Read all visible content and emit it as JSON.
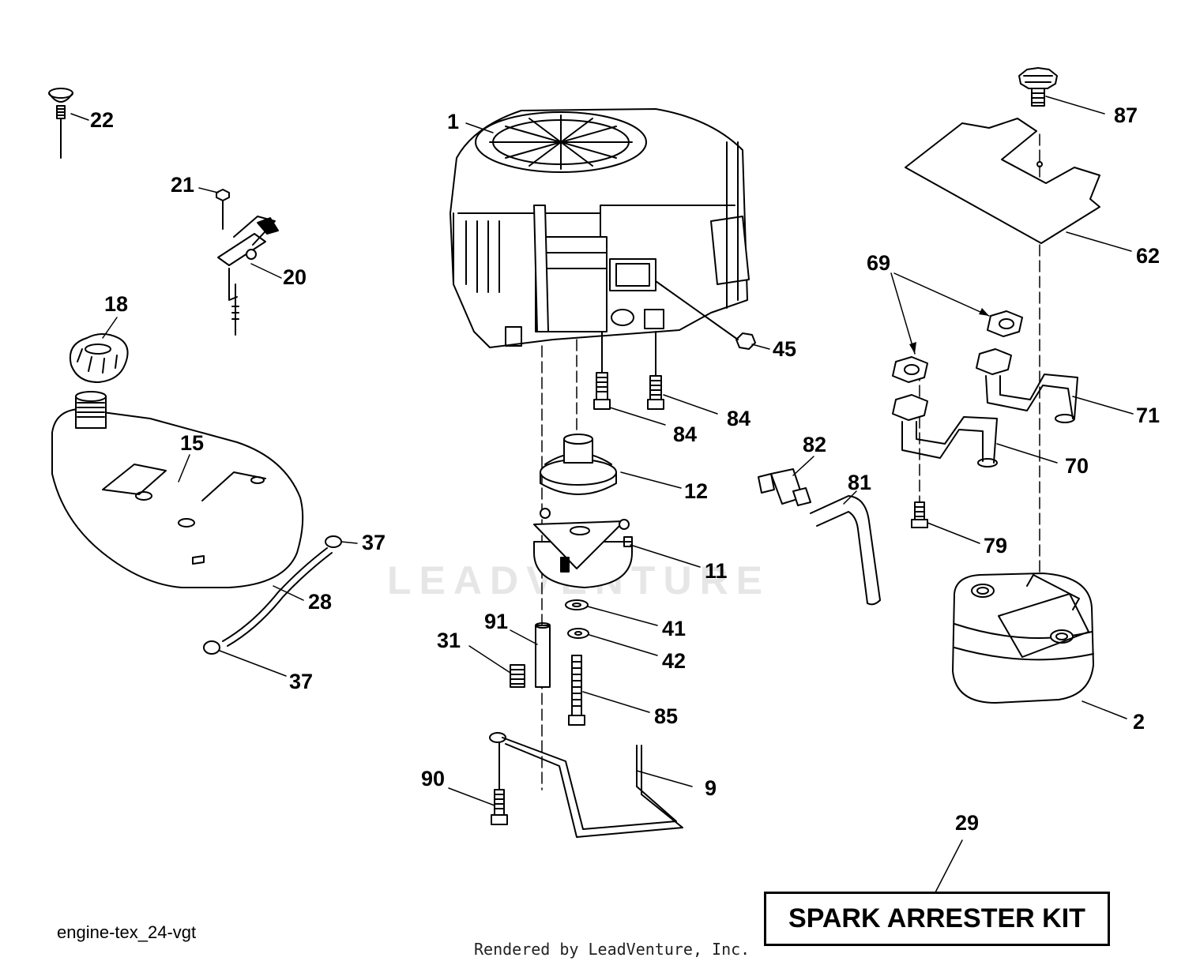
{
  "callouts": [
    {
      "id": "1",
      "label": "1"
    },
    {
      "id": "2",
      "label": "2"
    },
    {
      "id": "9",
      "label": "9"
    },
    {
      "id": "11",
      "label": "11"
    },
    {
      "id": "12",
      "label": "12"
    },
    {
      "id": "15",
      "label": "15"
    },
    {
      "id": "18",
      "label": "18"
    },
    {
      "id": "20",
      "label": "20"
    },
    {
      "id": "21",
      "label": "21"
    },
    {
      "id": "22",
      "label": "22"
    },
    {
      "id": "28",
      "label": "28"
    },
    {
      "id": "29",
      "label": "29"
    },
    {
      "id": "31",
      "label": "31"
    },
    {
      "id": "37a",
      "label": "37"
    },
    {
      "id": "37b",
      "label": "37"
    },
    {
      "id": "41",
      "label": "41"
    },
    {
      "id": "42",
      "label": "42"
    },
    {
      "id": "45",
      "label": "45"
    },
    {
      "id": "62",
      "label": "62"
    },
    {
      "id": "69",
      "label": "69"
    },
    {
      "id": "70",
      "label": "70"
    },
    {
      "id": "71",
      "label": "71"
    },
    {
      "id": "79",
      "label": "79"
    },
    {
      "id": "81",
      "label": "81"
    },
    {
      "id": "82",
      "label": "82"
    },
    {
      "id": "84a",
      "label": "84"
    },
    {
      "id": "84b",
      "label": "84"
    },
    {
      "id": "85",
      "label": "85"
    },
    {
      "id": "87",
      "label": "87"
    },
    {
      "id": "90",
      "label": "90"
    },
    {
      "id": "91",
      "label": "91"
    }
  ],
  "kit_label": "SPARK ARRESTER KIT",
  "diagram_id": "engine-tex_24-vgt",
  "credit": "Rendered by LeadVenture, Inc.",
  "watermark": "LEADVENTURE"
}
